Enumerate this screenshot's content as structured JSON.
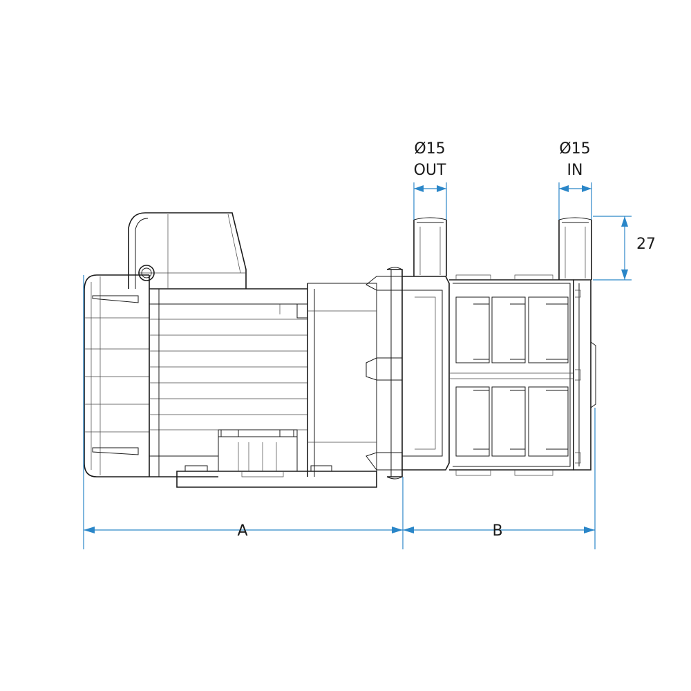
{
  "dimensions": {
    "out_diameter": "Ø15",
    "out_label": "OUT",
    "in_diameter": "Ø15",
    "in_label": "IN",
    "height": "27",
    "length_a": "A",
    "length_b": "B"
  },
  "colors": {
    "dimension_line": "#2a86c8",
    "drawing_line": "#1a1a1a",
    "background": "#ffffff"
  }
}
